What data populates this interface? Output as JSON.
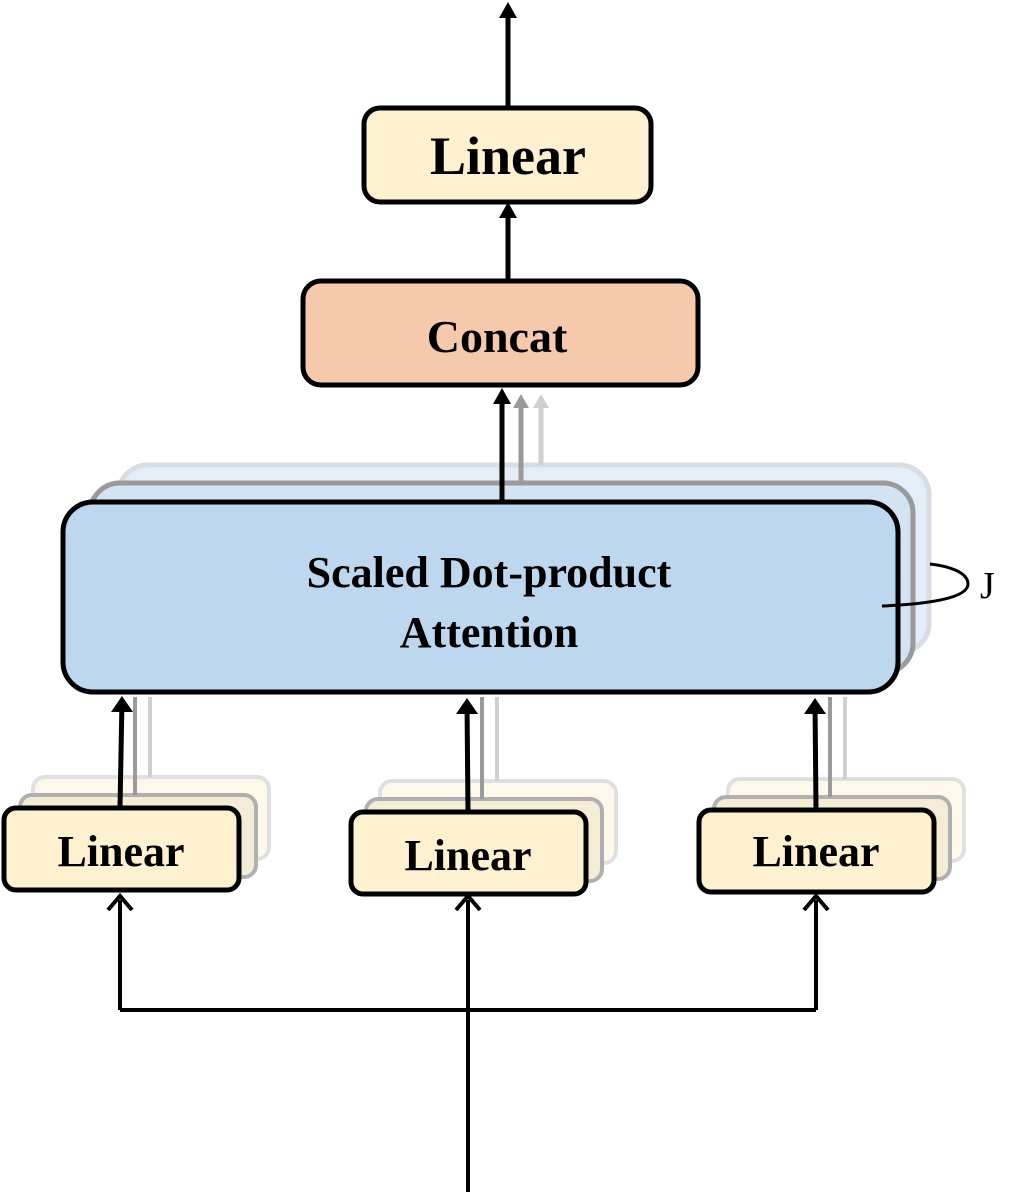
{
  "output_linear": {
    "label": "Linear"
  },
  "concat": {
    "label": "Concat"
  },
  "attention": {
    "line1": "Scaled Dot-product",
    "line2": "Attention"
  },
  "heads_label": "J",
  "inputs": [
    {
      "label": "Linear"
    },
    {
      "label": "Linear"
    },
    {
      "label": "Linear"
    }
  ],
  "colors": {
    "linear_fill": "#fdf1cf",
    "concat_fill": "#f6c9ad",
    "attention_fill": "#bdd7ee",
    "stroke": "#000000"
  }
}
